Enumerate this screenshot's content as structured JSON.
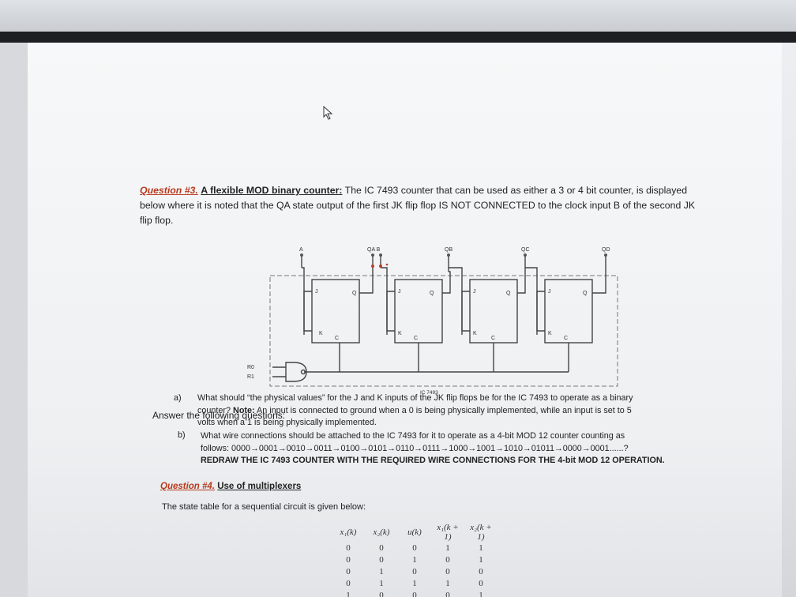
{
  "question3": {
    "number": "Question #3.",
    "title": "A flexible MOD binary counter:",
    "line1": " The IC 7493 counter that can be used as either a 3 or 4 bit counter, is displayed",
    "line2": "below where it is noted that the QA state output of the first JK flip flop IS NOT CONNECTED to the clock input B of the second JK",
    "line3": "flip flop."
  },
  "diagram": {
    "pin_a": "A",
    "pin_qa_b": "QA B",
    "pin_qb": "QB",
    "pin_qc": "QC",
    "pin_qd": "QD",
    "ff_j": "J",
    "ff_k": "K",
    "ff_q": "Q",
    "ff_c": "C",
    "reset_r0": "R0",
    "reset_r1": "R1",
    "chip_label": "IC 7493"
  },
  "answer_intro": "Answer the following questions:",
  "item_a": {
    "label": "a)",
    "line1": "What should “the physical values” for the J and K inputs of the JK flip flops be for the IC 7493 to operate as a binary",
    "line2_pre": "counter? ",
    "note": "Note:",
    "line2_post": " An input is connected to ground when a 0 is being physically implemented, while an input is set to 5",
    "line3": "volts when a 1 is being physically implemented."
  },
  "item_b": {
    "label": "b)",
    "line1": "What wire connections should be attached to the IC 7493 for it to operate as a 4-bit MOD 12 counter counting as",
    "line2": "follows: 0000→0001→0010→0011→0100→0101→0110→0111→1000→1001→1010→01011→0000→0001......?",
    "line3": "REDRAW THE IC 7493 COUNTER WITH THE REQUIRED WIRE CONNECTIONS FOR THE 4-bit MOD 12 OPERATION."
  },
  "question4": {
    "number": "Question #4.",
    "title": "Use of multiplexers",
    "desc": "The state table for a sequential circuit is given below:"
  },
  "state_table": {
    "headers": [
      "x₁(k)",
      "x₂(k)",
      "u(k)",
      "x₁(k + 1)",
      "x₂(k + 1)"
    ],
    "rows": [
      [
        "0",
        "0",
        "0",
        "1",
        "1"
      ],
      [
        "0",
        "0",
        "1",
        "0",
        "1"
      ],
      [
        "0",
        "1",
        "0",
        "0",
        "0"
      ],
      [
        "0",
        "1",
        "1",
        "1",
        "0"
      ],
      [
        "1",
        "0",
        "0",
        "0",
        "1"
      ]
    ]
  }
}
